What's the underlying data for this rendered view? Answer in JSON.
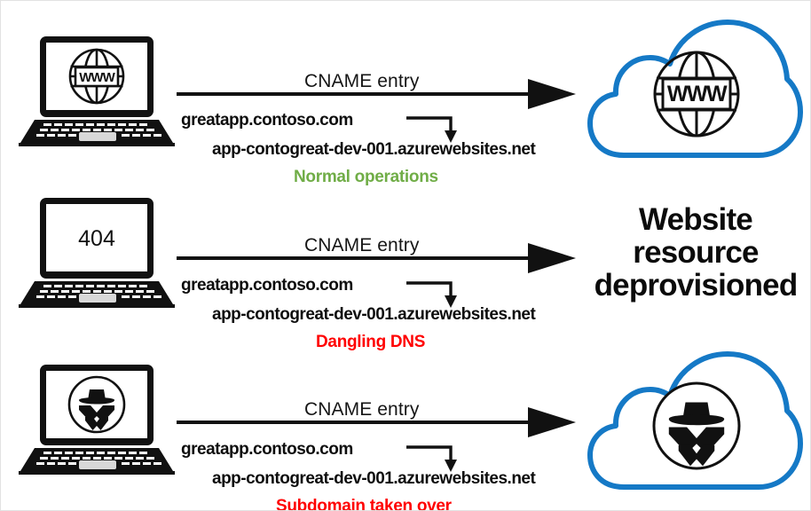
{
  "diagram": {
    "title": "Dangling DNS subdomain takeover",
    "colors": {
      "cloud_blue": "#1579c6",
      "icon_black": "#111111",
      "status_ok_green": "#70ad47",
      "status_bad_red": "#ff0000",
      "background": "#ffffff",
      "border": "#e2e2e2"
    },
    "rows": [
      {
        "id": "normal-operations",
        "laptop_screen_content": "globe-www",
        "laptop_screen_text": "",
        "arrow_label": "CNAME entry",
        "source_record": "greatapp.contoso.com",
        "target_record": "app-contogreat-dev-001.azurewebsites.net",
        "status": "Normal operations",
        "status_kind": "ok",
        "right_side": "cloud-globe-www",
        "right_text": ""
      },
      {
        "id": "dangling-dns",
        "laptop_screen_content": "error-code",
        "laptop_screen_text": "404",
        "arrow_label": "CNAME entry",
        "source_record": "greatapp.contoso.com",
        "target_record": "app-contogreat-dev-001.azurewebsites.net",
        "status": "Dangling DNS",
        "status_kind": "bad",
        "right_side": "text",
        "right_text": [
          "Website",
          "resource",
          "deprovisioned"
        ]
      },
      {
        "id": "subdomain-taken-over",
        "laptop_screen_content": "hacker-spy",
        "laptop_screen_text": "",
        "arrow_label": "CNAME entry",
        "source_record": "greatapp.contoso.com",
        "target_record": "app-contogreat-dev-001.azurewebsites.net",
        "status": "Subdomain taken over",
        "status_kind": "bad",
        "right_side": "cloud-hacker-spy",
        "right_text": ""
      }
    ]
  }
}
